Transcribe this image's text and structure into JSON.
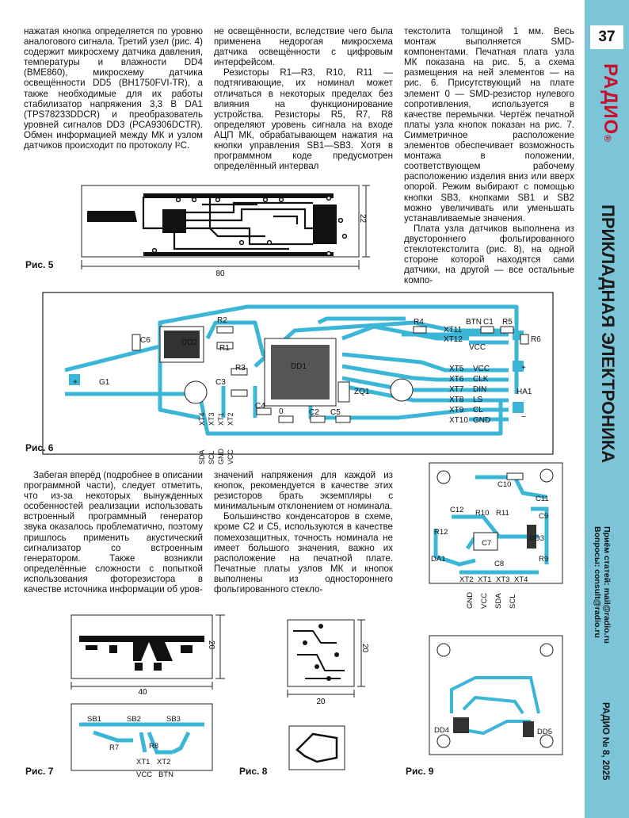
{
  "page": {
    "number": "37",
    "section": "ПРИКЛАДНАЯ ЭЛЕКТРОНИКА",
    "magazine": "РАДИО",
    "reg": "®",
    "contacts1": "Приём статей: mail@radio.ru",
    "contacts2": "Вопросы: consult@radio.ru",
    "issue": "РАДИО № 8, 2025"
  },
  "text": {
    "c1": "нажатая кнопка определяется по уровню аналогового сигнала. Третий узел (рис. 4) содержит микросхему датчика давления, температуры и влажности DD4 (BME860), микросхему датчика освещённости DD5 (BH1750FVI-TR), а также необходимые для их работы стабилизатор напряжения 3,3 В DA1 (TPS78233DDCR) и преобразователь уровней сигналов DD3 (PCA9306DCTR). Обмен информацией между МК и узлом датчиков происходит по протоколу I²C.",
    "c2a": "не освещённости, вследствие чего была применена недорогая микросхема датчика освещённости с цифровым интерфейсом.",
    "c2b": "Резисторы R1—R3, R10, R11 — подтягивающие, их номинал может отличаться в некоторых пределах без влияния на функционирование устройства. Резисторы R5, R7, R8 определяют уровень сигнала на входе АЦП МК, обрабатывающем нажатия на кнопки управления SB1—SB3. Хотя в программном коде предусмотрен определённый интервал",
    "c3a": "текстолита толщиной 1 мм. Весь монтаж выполняется SMD-компонентами. Печатная плата узла МК показана на рис. 5, а схема размещения на ней элементов — на рис. 6. Присутствующий на плате элемент 0 — SMD-резистор нулевого сопротивления, используется в качестве перемычки. Чертёж печатной платы узла кнопок показан на рис. 7. Симметричное расположение элементов обеспечивает возможность монтажа в положении, соответствующем рабочему расположению изделия вниз или вверх опорой. Режим выбирают с помощью кнопки SB3, кнопками SB1 и SB2 можно увеличивать или уменьшать устанавливаемые значения.",
    "c3b": "Плата узла датчиков выполнена из двустороннего фольгированного стеклотекстолита (рис. 8), на одной стороне которой находятся сами датчики, на другой — все остальные компо-",
    "c4": "Забегая вперёд (подробнее в описании программной части), следует отметить, что из-за некоторых вынужденных особенностей реализации использовать встроенный программный генератор звука оказалось проблематично, поэтому пришлось применить акустический сигнализатор со встроенным генератором. Также возникли определённые сложности с попыткой использования фоторезистора в качестве источника информации об уров-",
    "c5a": "значений напряжения для каждой из кнопок, рекомендуется в качестве этих резисторов брать экземпляры с минимальным отклонением от номинала.",
    "c5b": "Большинство конденсаторов в схеме, кроме C2 и C5, используются в качестве помехозащитных, точность номинала не имеет большого значения, важно их расположение на печатной плате. Печатные платы узлов МК и кнопок выполнены из одностороннего фольгированного стекло-"
  },
  "figures": {
    "f5": "Рис. 5",
    "f6": "Рис. 6",
    "f7": "Рис. 7",
    "f8": "Рис. 8",
    "f9": "Рис. 9",
    "f5_w": "80",
    "f5_h": "22",
    "f7_w": "40",
    "f7_h": "20",
    "f8_w": "20",
    "f8_h": "20",
    "f6_labels": {
      "r2": "R2",
      "r1": "R1",
      "r3": "R3",
      "r4": "R4",
      "r5": "R5",
      "r6": "R6",
      "c1": "C1",
      "c2": "C2",
      "c3": "C3",
      "c4": "C4",
      "c5": "C5",
      "c6": "C6",
      "dd1": "DD1",
      "dd2": "DD2",
      "g1": "G1",
      "ha1": "HA1",
      "zq1": "ZQ1",
      "zero": "0",
      "btn": "BTN",
      "vcc": "VCC",
      "xt11": "XT11",
      "xt12": "XT12",
      "xt5": "XT5",
      "xt6": "XT6",
      "xt7": "XT7",
      "xt8": "XT8",
      "xt9": "XT9",
      "xt10": "XT10",
      "vcc2": "VCC",
      "clk": "CLK",
      "din": "DIN",
      "ls": "LS",
      "cl": "CL",
      "gnd": "GND",
      "xt1": "XT1",
      "xt2": "XT2",
      "xt3": "XT3",
      "xt4": "XT4",
      "sda": "SDA",
      "scl": "SCL",
      "gnd2": "GND",
      "vcc3": "VCC",
      "plus": "+",
      "minus": "−"
    },
    "f8_labels": {
      "c10": "C10",
      "c11": "C11",
      "c12": "C12",
      "r10": "R10",
      "r11": "R11",
      "c9": "C9",
      "r12": "R12",
      "c7": "C7",
      "dd3": "DD3",
      "da1": "DA1",
      "c8": "C8",
      "r9": "R9",
      "xt2": "XT2",
      "xt1": "XT1",
      "xt3": "XT3",
      "xt4": "XT4",
      "gnd": "GND",
      "vcc": "VCC",
      "sda": "SDA",
      "scl": "SCL"
    },
    "f7_labels": {
      "sb1": "SB1",
      "sb2": "SB2",
      "sb3": "SB3",
      "r7": "R7",
      "r8": "R8",
      "xt1": "XT1",
      "xt2": "XT2",
      "vcc": "VCC",
      "btn": "BTN"
    },
    "f9_labels": {
      "dd4": "DD4",
      "dd5": "DD5"
    }
  }
}
